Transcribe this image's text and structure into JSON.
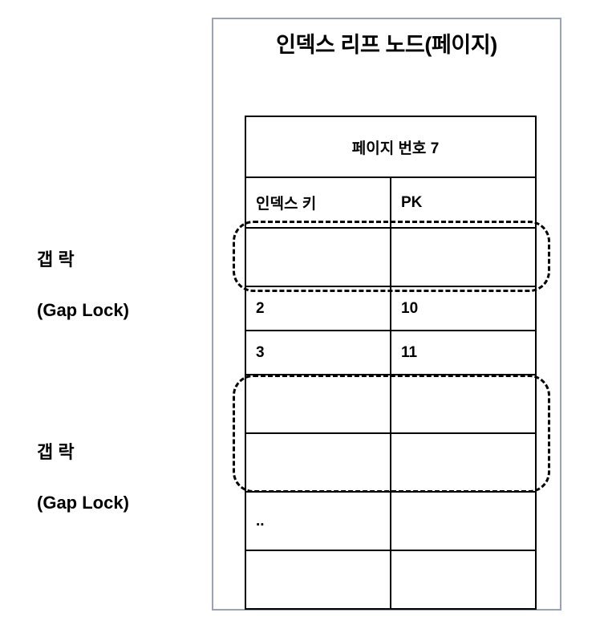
{
  "diagram": {
    "title": "인덱스 리프 노드(페이지)",
    "frame_border_color": "#9aa3b5",
    "header_fill_color": "#bccfe8",
    "line_color": "#000000"
  },
  "table": {
    "page_header": "페이지 번호 7",
    "columns": [
      {
        "key": "index_key",
        "label": "인덱스 키"
      },
      {
        "key": "pk",
        "label": "PK"
      }
    ],
    "rows": [
      {
        "type": "gap",
        "index_key": "",
        "pk": ""
      },
      {
        "type": "data",
        "index_key": "2",
        "pk": "10"
      },
      {
        "type": "data",
        "index_key": "3",
        "pk": "11"
      },
      {
        "type": "gap",
        "index_key": "",
        "pk": ""
      },
      {
        "type": "gap",
        "index_key": "",
        "pk": ""
      },
      {
        "type": "data",
        "index_key": "..",
        "pk": ""
      },
      {
        "type": "data",
        "index_key": "",
        "pk": ""
      }
    ]
  },
  "annotations": {
    "gap_lock_1": {
      "ko": "갭 락",
      "en": "(Gap Lock)"
    },
    "gap_lock_2": {
      "ko": "갭 락",
      "en": "(Gap Lock)"
    }
  }
}
